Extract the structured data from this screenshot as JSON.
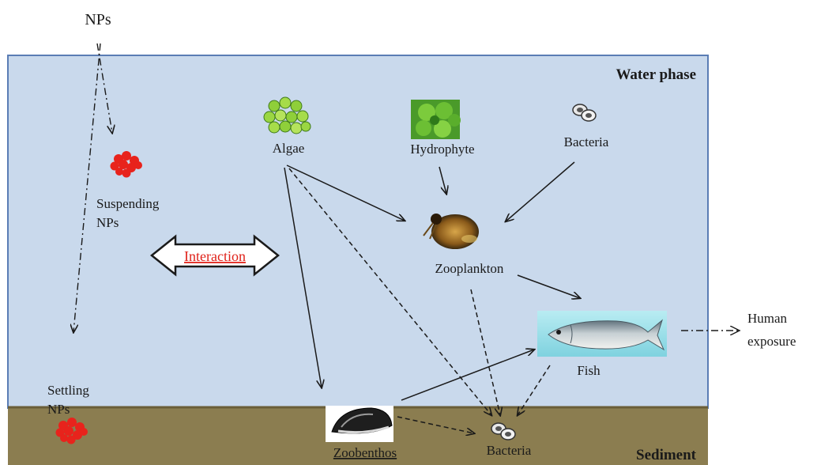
{
  "top_label": "NPs",
  "water_phase_label": "Water phase",
  "sediment_label": "Sediment",
  "nodes": {
    "suspending": [
      "Suspending",
      "NPs"
    ],
    "settling": [
      "Settling",
      "NPs"
    ],
    "algae": "Algae",
    "hydrophyte": "Hydrophyte",
    "bacteria_water": "Bacteria",
    "zooplankton": "Zooplankton",
    "fish": "Fish",
    "zoobenthos": "Zoobenthos",
    "bacteria_sediment": "Bacteria",
    "human": [
      "Human",
      "exposure"
    ]
  },
  "interaction_label": "Interaction",
  "colors": {
    "water": "#c9d9ec",
    "sediment": "#8b7d50",
    "border": "#5a7db5",
    "nanoparticle": "#e8231c",
    "interaction_text": "#e0221a"
  }
}
